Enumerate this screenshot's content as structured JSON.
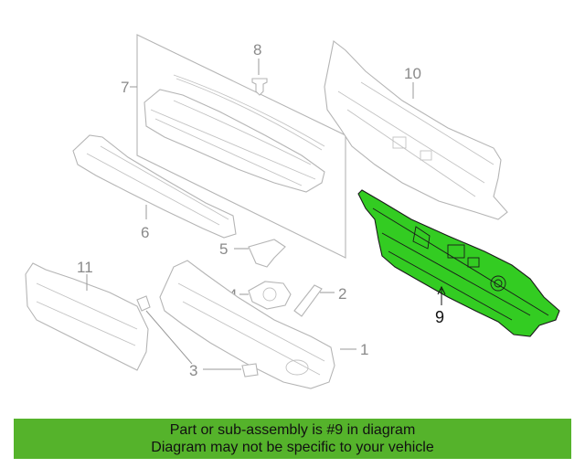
{
  "diagram": {
    "callouts": {
      "c1": "1",
      "c2": "2",
      "c3": "3",
      "c4": "4",
      "c5": "5",
      "c6": "6",
      "c7": "7",
      "c8": "8",
      "c9": "9",
      "c10": "10",
      "c11": "11"
    },
    "highlight_color": "#33cc22"
  },
  "banner": {
    "line1": "Part or sub-assembly is #9 in diagram",
    "line2": "Diagram may not be specific to your vehicle",
    "background": "#55b32b"
  }
}
